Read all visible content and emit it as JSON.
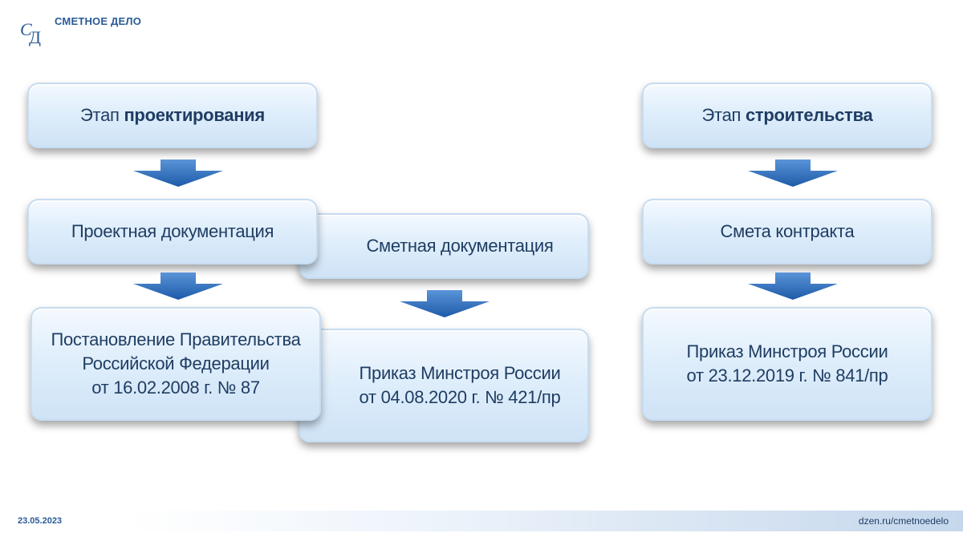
{
  "header": {
    "brand": "СМЕТНОЕ ДЕЛО",
    "logo_text": "СД"
  },
  "design_stage": {
    "title_prefix": "Этап ",
    "title_bold": "проектирования",
    "project_docs": "Проектная документация",
    "estimate_docs": "Сметная документация",
    "decree_line1": "Постановление Правительства",
    "decree_line2": "Российской Федерации",
    "decree_line3": "от 16.02.2008 г. № 87",
    "order_line1": "Приказ Минстроя России",
    "order_line2": "от 04.08.2020 г. № 421/пр"
  },
  "construction_stage": {
    "title_prefix": "Этап ",
    "title_bold": "строительства",
    "contract_estimate": "Смета контракта",
    "order_line1": "Приказ Минстроя России",
    "order_line2": "от 23.12.2019 г. № 841/пр"
  },
  "footer": {
    "date": "23.05.2023",
    "link": "dzen.ru/cmetnoedelo"
  },
  "colors": {
    "arrow": "#2e6fbd",
    "text": "#1f3d63",
    "box_border": "#c6dcf1"
  }
}
